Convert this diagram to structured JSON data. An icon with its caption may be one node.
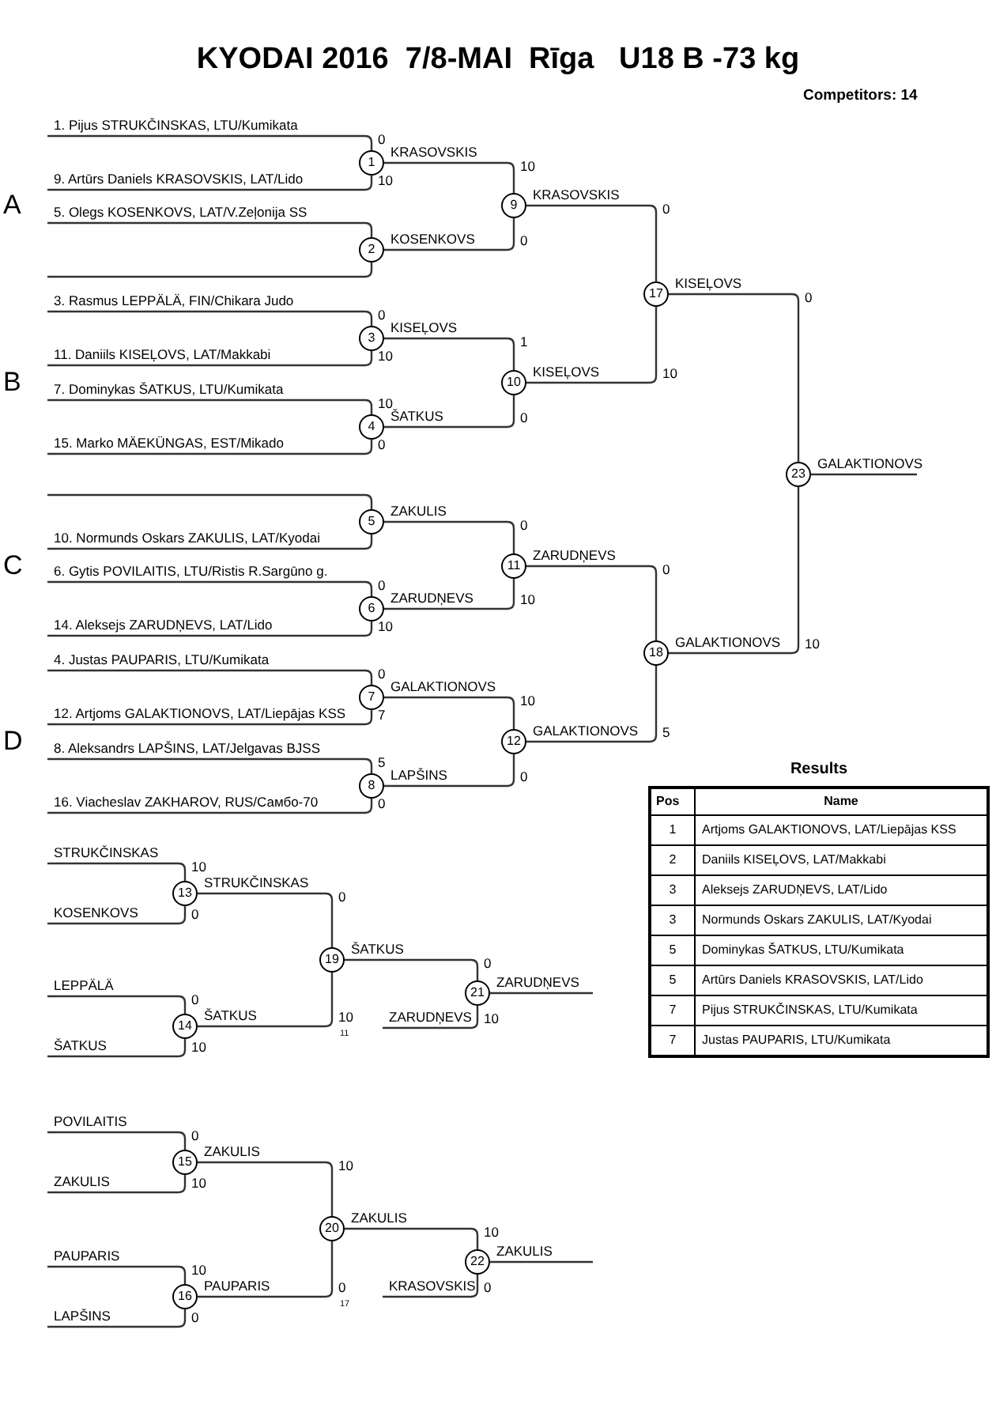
{
  "diagram": {
    "title": "KYODAI 2016  7/8-MAI  Rīga   U18 B -73 kg",
    "nodes": [
      {
        "text": [
          "1"
        ]
      },
      {
        "text": [
          "2"
        ]
      },
      {
        "text": [
          "3"
        ]
      },
      {
        "text": [
          "4"
        ]
      },
      {
        "text": [
          "5"
        ]
      },
      {
        "text": [
          "6"
        ]
      },
      {
        "text": [
          "7"
        ]
      },
      {
        "text": [
          "8"
        ]
      },
      {
        "text": [
          "9"
        ]
      },
      {
        "text": [
          "10"
        ]
      },
      {
        "text": [
          "11"
        ]
      },
      {
        "text": [
          "12"
        ]
      },
      {
        "text": [
          "13"
        ]
      },
      {
        "text": [
          "14"
        ]
      },
      {
        "text": [
          "15"
        ]
      },
      {
        "text": [
          "16"
        ]
      },
      {
        "text": [
          "17"
        ]
      },
      {
        "text": [
          "18"
        ]
      },
      {
        "text": [
          "19"
        ]
      },
      {
        "text": [
          "20"
        ]
      },
      {
        "text": [
          "21"
        ]
      },
      {
        "text": [
          "22"
        ]
      },
      {
        "text": [
          "23"
        ]
      }
    ],
    "edges": [
      {
        "from": null,
        "to": 0,
        "arrow": "none",
        "label": "1. Pijus STRUKČINSKAS, LTU/Kumikata"
      },
      {
        "from": null,
        "to": 0,
        "arrow": "none",
        "label": "9. Artūrs Daniels KRASOVSKIS, LAT/Lido"
      },
      {
        "from": null,
        "to": 1,
        "arrow": "none",
        "label": "5. Olegs KOSENKOVS, LAT/V.Zeļonija SS"
      },
      {
        "from": null,
        "to": 1,
        "arrow": "none"
      },
      {
        "from": null,
        "to": 2,
        "arrow": "none",
        "label": "3. Rasmus LEPPÄLÄ, FIN/Chikara Judo"
      },
      {
        "from": null,
        "to": 2,
        "arrow": "none",
        "label": "11. Daniils KISEĻOVS, LAT/Makkabi"
      },
      {
        "from": null,
        "to": 3,
        "arrow": "none",
        "label": "7. Dominykas ŠATKUS, LTU/Kumikata"
      },
      {
        "from": null,
        "to": 3,
        "arrow": "none",
        "label": "15. Marko MÄEKÜNGAS, EST/Mikado"
      },
      {
        "from": null,
        "to": 4,
        "arrow": "none"
      },
      {
        "from": null,
        "to": 4,
        "arrow": "none",
        "label": "10. Normunds Oskars ZAKULIS, LAT/Kyodai"
      },
      {
        "from": null,
        "to": 5,
        "arrow": "none",
        "label": "6. Gytis POVILAITIS, LTU/Ristis R.Sargūno g."
      },
      {
        "from": null,
        "to": 5,
        "arrow": "none",
        "label": "14. Aleksejs ZARUDŅEVS, LAT/Lido"
      },
      {
        "from": null,
        "to": 6,
        "arrow": "none",
        "label": "4. Justas PAUPARIS, LTU/Kumikata"
      },
      {
        "from": null,
        "to": 6,
        "arrow": "none",
        "label": "12. Artjoms GALAKTIONOVS, LAT/Liepājas KSS"
      },
      {
        "from": null,
        "to": 7,
        "arrow": "none",
        "label": "8. Aleksandrs LAPŠINS, LAT/Jelgavas BJSS"
      },
      {
        "from": null,
        "to": 7,
        "arrow": "none",
        "label": "16. Viacheslav ZAKHAROV, RUS/Самбо-70"
      },
      {
        "from": 0,
        "to": 8,
        "arrow": "none",
        "label": "KRASOVSKIS"
      },
      {
        "from": 1,
        "to": 8,
        "arrow": "none",
        "label": "KOSENKOVS"
      },
      {
        "from": 2,
        "to": 9,
        "arrow": "none",
        "label": "KISEĻOVS"
      },
      {
        "from": 3,
        "to": 9,
        "arrow": "none",
        "label": "ŠATKUS"
      },
      {
        "from": 4,
        "to": 10,
        "arrow": "none",
        "label": "ZAKULIS"
      },
      {
        "from": 5,
        "to": 10,
        "arrow": "none",
        "label": "ZARUDŅEVS"
      },
      {
        "from": 6,
        "to": 11,
        "arrow": "none",
        "label": "GALAKTIONOVS"
      },
      {
        "from": 7,
        "to": 11,
        "arrow": "none",
        "label": "LAPŠINS"
      },
      {
        "from": 8,
        "to": 16,
        "arrow": "none",
        "label": "KRASOVSKIS"
      },
      {
        "from": 9,
        "to": 16,
        "arrow": "none",
        "label": "KISEĻOVS"
      },
      {
        "from": 10,
        "to": 17,
        "arrow": "none",
        "label": "ZARUDŅEVS"
      },
      {
        "from": 11,
        "to": 17,
        "arrow": "none",
        "label": "GALAKTIONOVS"
      },
      {
        "from": 16,
        "to": 22,
        "arrow": "none",
        "label": "KISEĻOVS"
      },
      {
        "from": 17,
        "to": 22,
        "arrow": "none",
        "label": "GALAKTIONOVS"
      },
      {
        "from": 22,
        "to": null,
        "arrow": "none",
        "label": "GALAKTIONOVS"
      },
      {
        "from": null,
        "to": 12,
        "arrow": "none",
        "label": "STRUKČINSKAS"
      },
      {
        "from": null,
        "to": 12,
        "arrow": "none",
        "label": "KOSENKOVS"
      },
      {
        "from": null,
        "to": 13,
        "arrow": "none",
        "label": "LEPPÄLÄ"
      },
      {
        "from": null,
        "to": 13,
        "arrow": "none",
        "label": "ŠATKUS"
      },
      {
        "from": 12,
        "to": 18,
        "arrow": "none",
        "label": "STRUKČINSKAS"
      },
      {
        "from": 13,
        "to": 18,
        "arrow": "none",
        "label": "ŠATKUS"
      },
      {
        "from": 18,
        "to": 20,
        "arrow": "none",
        "label": "ŠATKUS"
      },
      {
        "from": null,
        "to": 20,
        "arrow": "none",
        "label": "ZARUDŅEVS"
      },
      {
        "from": 20,
        "to": null,
        "arrow": "none",
        "label": "ZARUDŅEVS"
      },
      {
        "from": null,
        "to": 14,
        "arrow": "none",
        "label": "POVILAITIS"
      },
      {
        "from": null,
        "to": 14,
        "arrow": "none",
        "label": "ZAKULIS"
      },
      {
        "from": null,
        "to": 15,
        "arrow": "none",
        "label": "PAUPARIS"
      },
      {
        "from": null,
        "to": 15,
        "arrow": "none",
        "label": "LAPŠINS"
      },
      {
        "from": 14,
        "to": 19,
        "arrow": "none",
        "label": "ZAKULIS"
      },
      {
        "from": 15,
        "to": 19,
        "arrow": "none",
        "label": "PAUPARIS"
      },
      {
        "from": 19,
        "to": 21,
        "arrow": "none",
        "label": "ZAKULIS"
      },
      {
        "from": null,
        "to": 21,
        "arrow": "none",
        "label": "KRASOVSKIS"
      },
      {
        "from": 21,
        "to": null,
        "arrow": "none",
        "label": "ZAKULIS"
      }
    ],
    "labels": [
      "Competitors: 14",
      "A",
      "B",
      "C",
      "D",
      "0",
      "10",
      "0",
      "10",
      "10",
      "0",
      "0",
      "10",
      "0",
      "7",
      "5",
      "0",
      "10",
      "0",
      "1",
      "0",
      "0",
      "10",
      "10",
      "0",
      "0",
      "10",
      "0",
      "5",
      "0",
      "10",
      "10",
      "0",
      "0",
      "10",
      "0",
      "10",
      "0",
      "10",
      "0",
      "10",
      "10",
      "0",
      "10",
      "0",
      "10",
      "0",
      "11",
      "17",
      "Results",
      "Pos",
      "Name",
      "1",
      "Artjoms GALAKTIONOVS, LAT/Liepājas KSS",
      "2",
      "Daniils KISEĻOVS, LAT/Makkabi",
      "3",
      "Aleksejs ZARUDŅEVS, LAT/Lido",
      "3",
      "Normunds Oskars ZAKULIS, LAT/Kyodai",
      "5",
      "Dominykas ŠATKUS, LTU/Kumikata",
      "5",
      "Artūrs Daniels KRASOVSKIS, LAT/Lido",
      "7",
      "Pijus STRUKČINSKAS, LTU/Kumikata",
      "7",
      "Justas PAUPARIS, LTU/Kumikata"
    ]
  }
}
